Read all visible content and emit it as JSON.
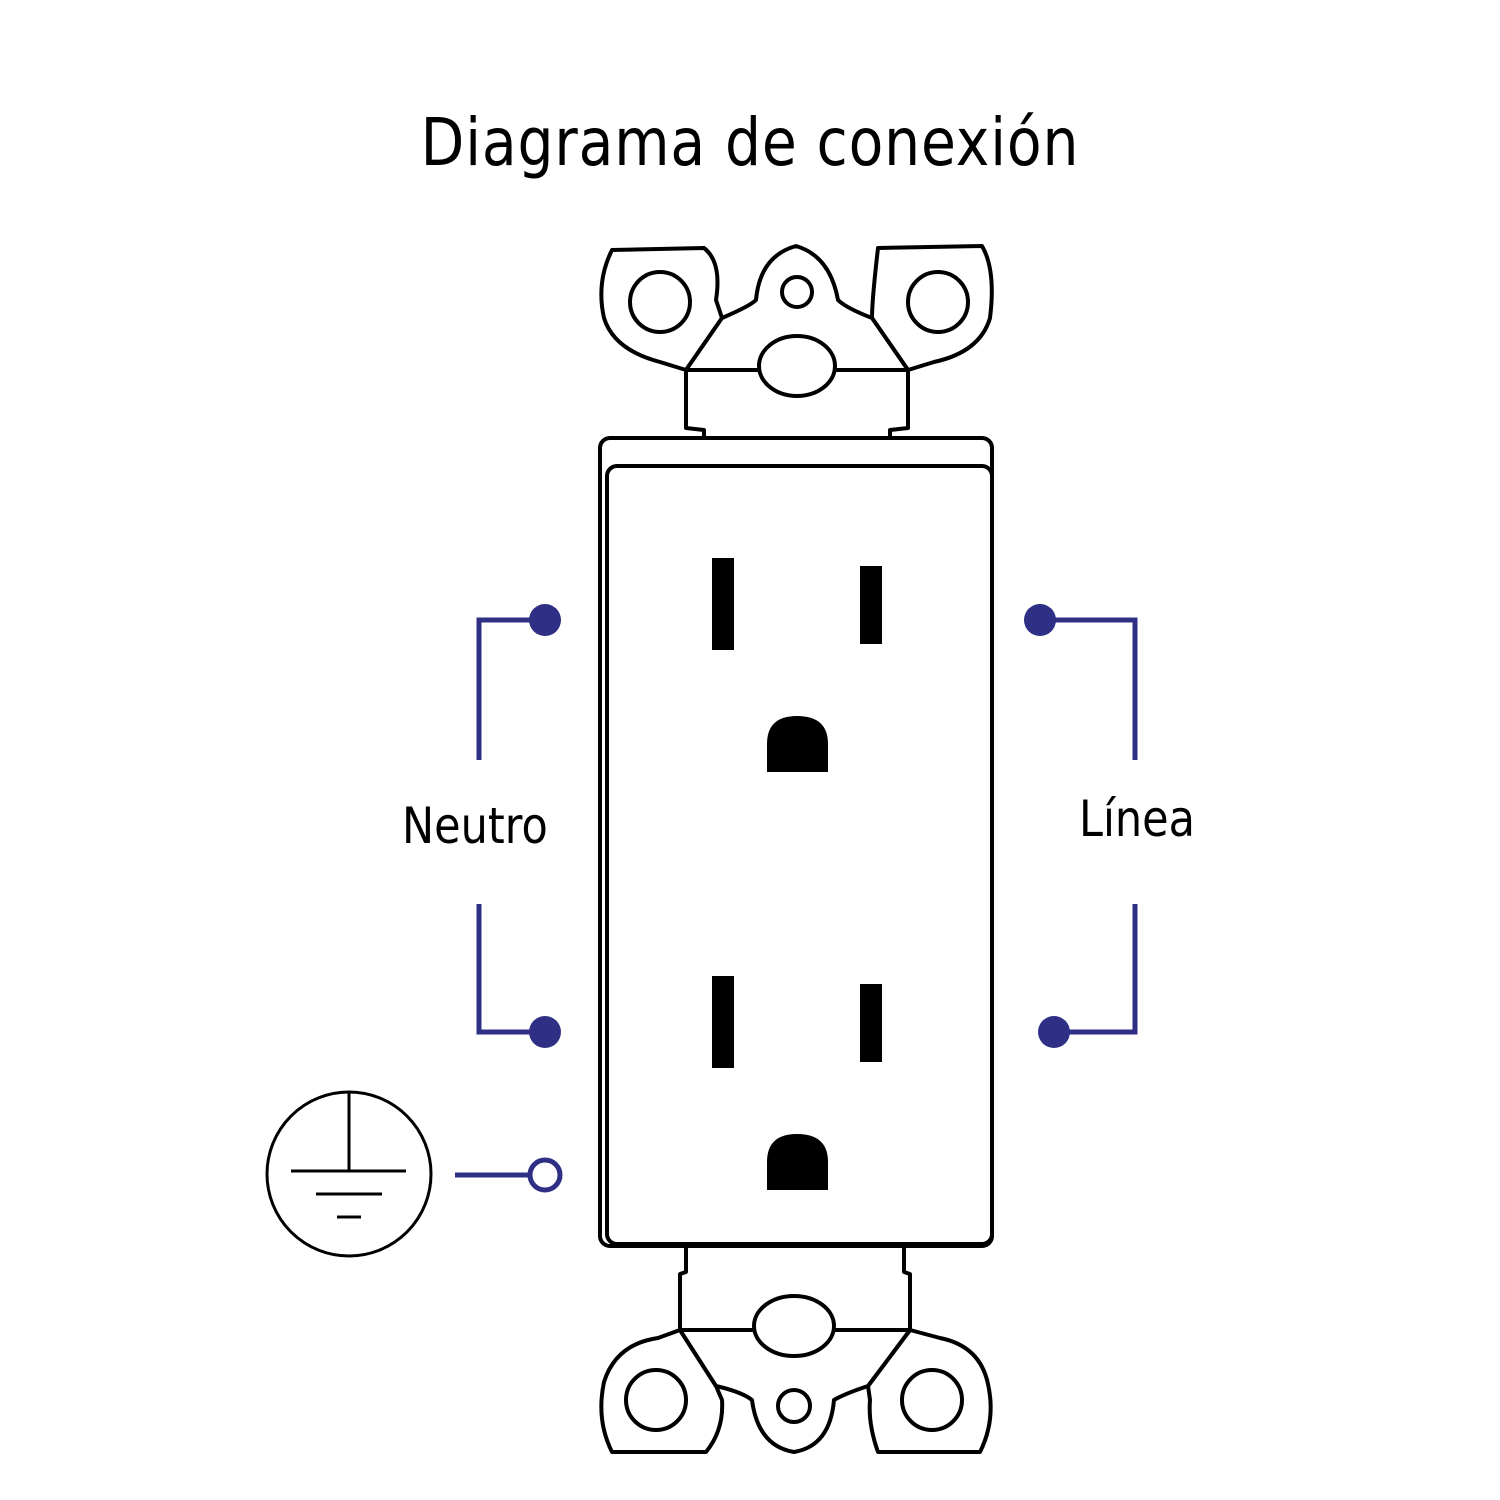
{
  "title": "Diagrama de conexión",
  "labels": {
    "neutral": "Neutro",
    "line": "Línea"
  },
  "icons": {
    "ground": "ground-symbol-icon",
    "terminal": "terminal-dot-icon"
  },
  "colors": {
    "wire": "#2e2f85",
    "outline": "#000000",
    "background": "#ffffff"
  }
}
